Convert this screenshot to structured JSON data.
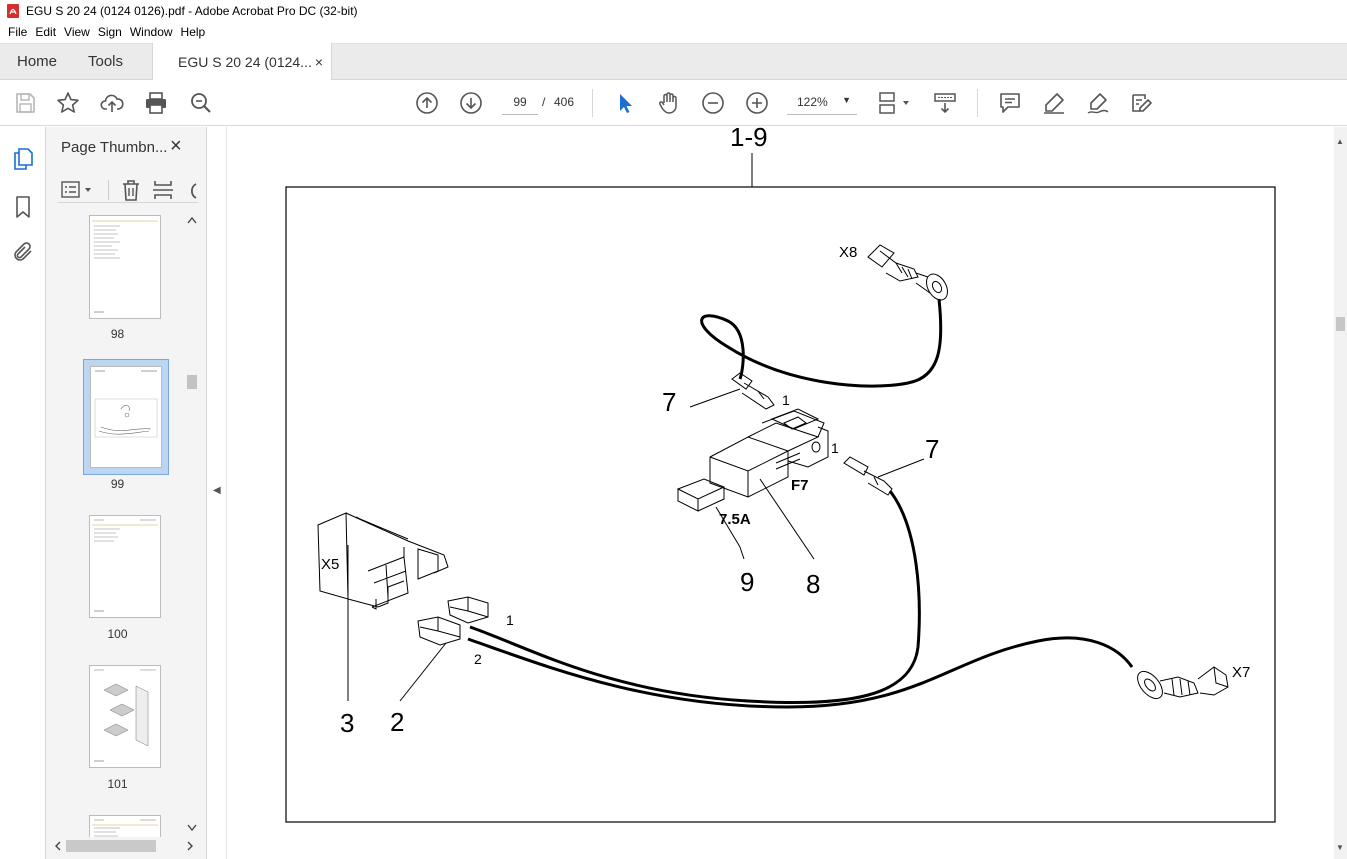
{
  "window": {
    "title": "EGU S 20 24 (0124 0126).pdf - Adobe Acrobat Pro DC (32-bit)"
  },
  "menu": {
    "items": [
      "File",
      "Edit",
      "View",
      "Sign",
      "Window",
      "Help"
    ]
  },
  "tabs": {
    "home": "Home",
    "tools": "Tools",
    "document": "EGU S 20 24 (0124...",
    "close": "×"
  },
  "toolbar": {
    "icons": [
      "save-icon",
      "bookmark-star-icon",
      "upload-icon",
      "print-icon",
      "find-zoom-icon",
      "prev-page-icon",
      "next-page-icon",
      "select-cursor-icon",
      "hand-icon",
      "zoom-out-icon",
      "zoom-in-icon",
      "fit-page-icon",
      "scroll-mode-icon",
      "comment-icon",
      "highlight-icon",
      "draw-icon",
      "fill-sign-icon"
    ],
    "current_page": "99",
    "page_separator": "/",
    "total_pages": "406",
    "zoom": "122%"
  },
  "sidebar": {
    "panel_title": "Page Thumbn...",
    "close": "×",
    "thumbnails": [
      {
        "label": "98",
        "selected": false
      },
      {
        "label": "99",
        "selected": true
      },
      {
        "label": "100",
        "selected": false
      },
      {
        "label": "101",
        "selected": false
      }
    ]
  },
  "document": {
    "page_heading": "1-9",
    "labels": {
      "x8": "X8",
      "x7": "X7",
      "x5": "X5",
      "f7": "F7",
      "fuse_rating": "7.5A",
      "pin1_top": "1",
      "pin1_right": "1",
      "wire1": "1",
      "wire2": "2",
      "callout_7_left": "7",
      "callout_7_right": "7",
      "callout_9": "9",
      "callout_8": "8",
      "callout_3": "3",
      "callout_2": "2"
    }
  }
}
